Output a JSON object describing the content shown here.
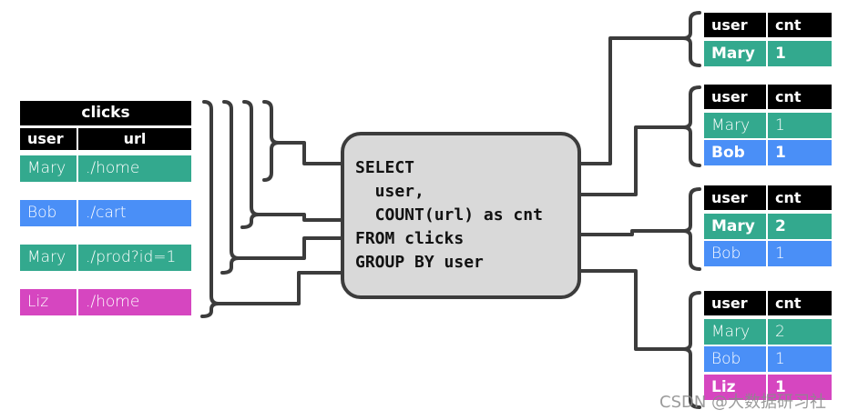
{
  "colors": {
    "header": "#000000",
    "mary": "#33a98e",
    "bob": "#4a8ff7",
    "liz": "#d646c0",
    "sql_box_fill": "#d9d9d9",
    "connector": "#3c3c3c"
  },
  "input_table": {
    "title": "clicks",
    "columns": [
      "user",
      "url"
    ],
    "rows": [
      {
        "user": "Mary",
        "url": "./home"
      },
      {
        "user": "Bob",
        "url": "./cart"
      },
      {
        "user": "Mary",
        "url": "./prod?id=1"
      },
      {
        "user": "Liz",
        "url": "./home"
      }
    ]
  },
  "query": {
    "lines": [
      "SELECT",
      "  user,",
      "  COUNT(url) as cnt",
      "FROM clicks",
      "GROUP BY user"
    ]
  },
  "result_tables": [
    {
      "columns": [
        "user",
        "cnt"
      ],
      "rows": [
        {
          "user": "Mary",
          "cnt": "1",
          "changed": true
        }
      ]
    },
    {
      "columns": [
        "user",
        "cnt"
      ],
      "rows": [
        {
          "user": "Mary",
          "cnt": "1",
          "changed": false
        },
        {
          "user": "Bob",
          "cnt": "1",
          "changed": true
        }
      ]
    },
    {
      "columns": [
        "user",
        "cnt"
      ],
      "rows": [
        {
          "user": "Mary",
          "cnt": "2",
          "changed": true
        },
        {
          "user": "Bob",
          "cnt": "1",
          "changed": false
        }
      ]
    },
    {
      "columns": [
        "user",
        "cnt"
      ],
      "rows": [
        {
          "user": "Mary",
          "cnt": "2",
          "changed": false
        },
        {
          "user": "Bob",
          "cnt": "1",
          "changed": false
        },
        {
          "user": "Liz",
          "cnt": "1",
          "changed": true
        }
      ]
    }
  ],
  "watermark": "CSDN @大数据研习社"
}
